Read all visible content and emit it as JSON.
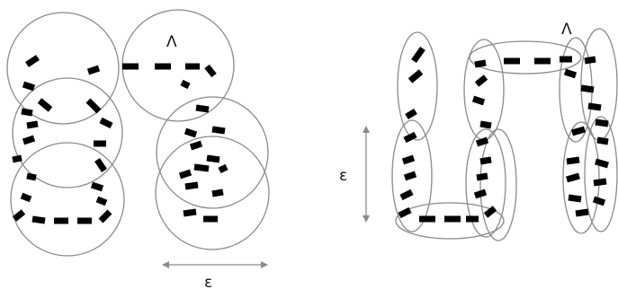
{
  "left_panel": {
    "lambda_label": "Λ",
    "epsilon_label": "ε"
  },
  "right_panel": {
    "lambda_label": "Λ",
    "epsilon_label": "ε"
  }
}
